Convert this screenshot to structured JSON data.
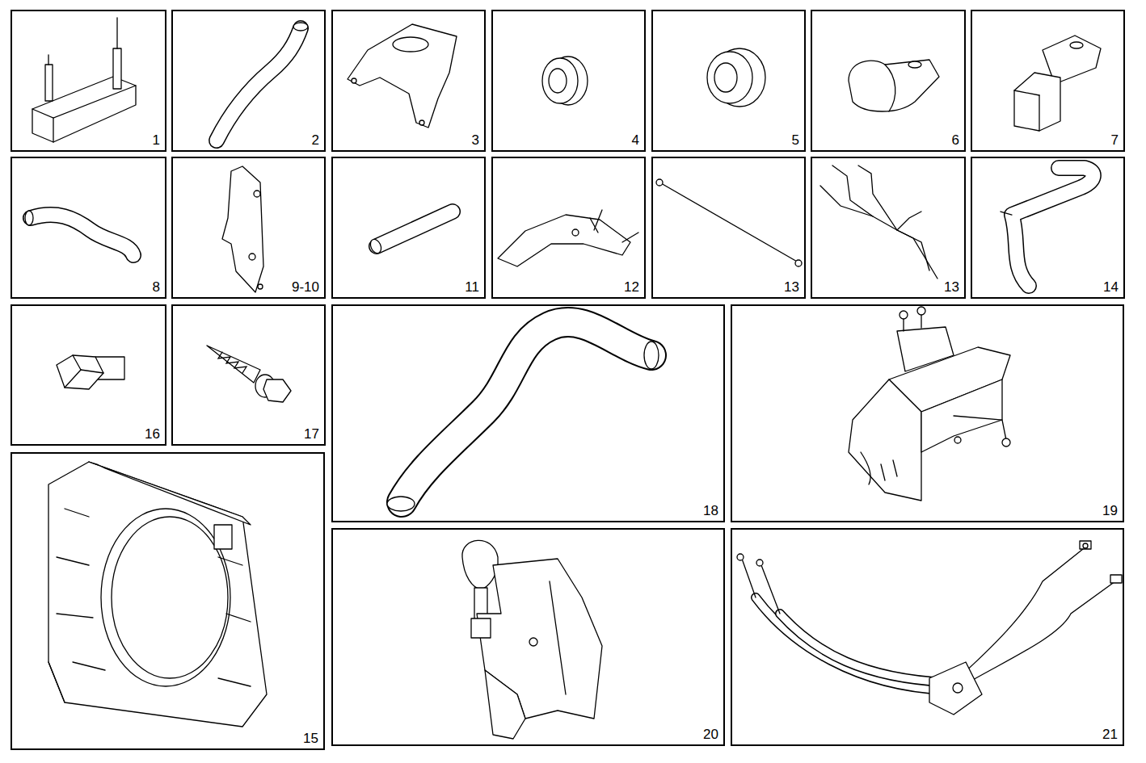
{
  "diagram": {
    "nodes": [
      {
        "text": [
          "1"
        ]
      },
      {
        "text": [
          "2"
        ]
      },
      {
        "text": [
          "3"
        ]
      },
      {
        "text": [
          "4"
        ]
      },
      {
        "text": [
          "5"
        ]
      },
      {
        "text": [
          "6"
        ]
      },
      {
        "text": [
          "7"
        ]
      },
      {
        "text": [
          "8"
        ]
      },
      {
        "text": [
          "9-10"
        ]
      },
      {
        "text": [
          "11"
        ]
      },
      {
        "text": [
          "12"
        ]
      },
      {
        "text": [
          "13"
        ]
      },
      {
        "text": [
          "13"
        ]
      },
      {
        "text": [
          "14"
        ]
      },
      {
        "text": [
          "16"
        ]
      },
      {
        "text": [
          "17"
        ]
      },
      {
        "text": [
          "18"
        ]
      },
      {
        "text": [
          "19"
        ]
      },
      {
        "text": [
          "15"
        ]
      },
      {
        "text": [
          "20"
        ]
      },
      {
        "text": [
          "21"
        ]
      }
    ]
  }
}
